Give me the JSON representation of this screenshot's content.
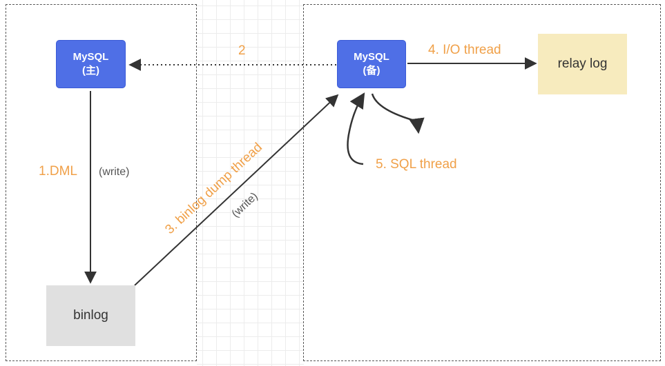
{
  "nodes": {
    "master": {
      "line1": "MySQL",
      "line2": "(主)"
    },
    "slave": {
      "line1": "MySQL",
      "line2": "(备)"
    },
    "binlog": "binlog",
    "relay_log": "relay log"
  },
  "edges": {
    "step1": "1.DML",
    "step1_note": "(write)",
    "step2": "2",
    "step3": "3. binlog dump thread",
    "step3_note": "(write)",
    "step4": "4. I/O thread",
    "step5": "5. SQL thread"
  },
  "colors": {
    "mysql_box": "#4f6fe6",
    "binlog_box": "#e0e0e0",
    "relay_box": "#f7ebbe",
    "label_accent": "#f0a048"
  }
}
